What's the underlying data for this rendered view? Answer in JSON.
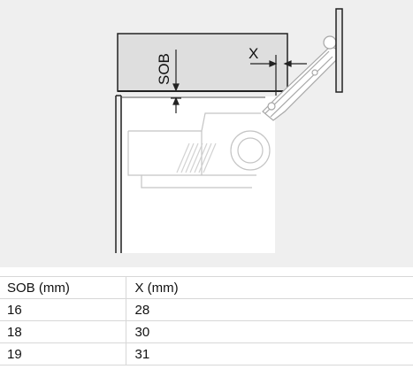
{
  "diagram": {
    "labels": {
      "sob": "SOB",
      "x": "X"
    }
  },
  "table": {
    "headers": [
      "SOB (mm)",
      "X (mm)"
    ],
    "rows": [
      [
        "16",
        "28"
      ],
      [
        "18",
        "30"
      ],
      [
        "19",
        "31"
      ]
    ]
  }
}
